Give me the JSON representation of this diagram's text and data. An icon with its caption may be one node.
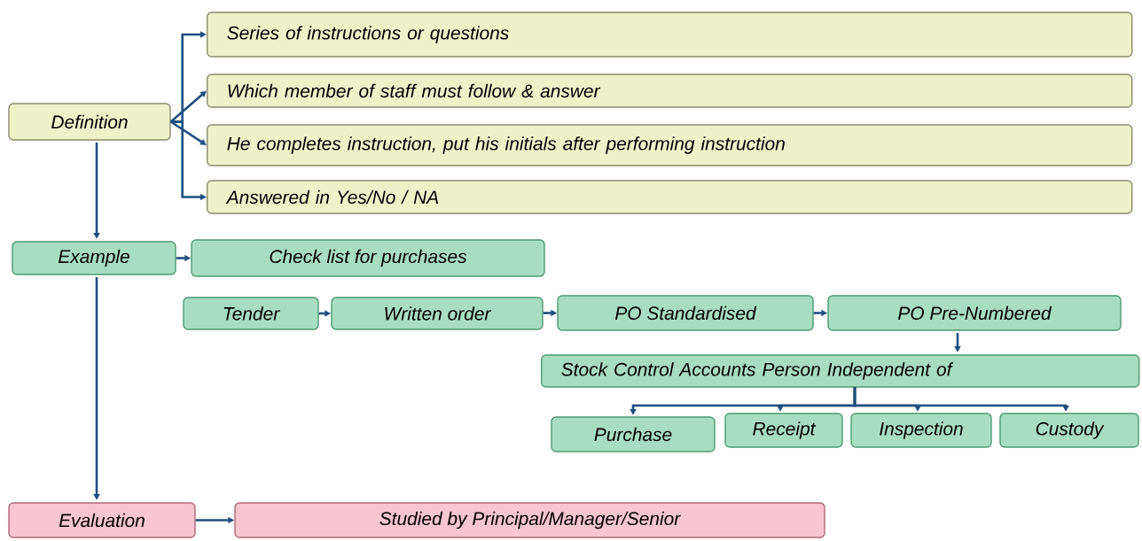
{
  "diagram": {
    "nodes": [
      {
        "text": [
          "Definition"
        ]
      },
      {
        "text": [
          "Series of instructions or questions"
        ]
      },
      {
        "text": [
          "Which member of staff must follow & answer"
        ]
      },
      {
        "text": [
          "He completes instruction, put his initials after performing instruction"
        ]
      },
      {
        "text": [
          "Answered in Yes/No / NA"
        ]
      },
      {
        "text": [
          "Example"
        ]
      },
      {
        "text": [
          "Check list for purchases"
        ]
      },
      {
        "text": [
          "Tender"
        ]
      },
      {
        "text": [
          "Written order"
        ]
      },
      {
        "text": [
          "PO Standardised"
        ]
      },
      {
        "text": [
          "PO Pre-Numbered"
        ]
      },
      {
        "text": [
          "Stock Control Accounts Person Independent of"
        ]
      },
      {
        "text": [
          "Purchase"
        ]
      },
      {
        "text": [
          "Receipt"
        ]
      },
      {
        "text": [
          "Inspection"
        ]
      },
      {
        "text": [
          "Custody"
        ]
      },
      {
        "text": [
          "Evaluation"
        ]
      },
      {
        "text": [
          "Studied by Principal/Manager/Senior"
        ]
      }
    ],
    "edges": [
      {
        "from": 0,
        "to": 1,
        "arrow": "to"
      },
      {
        "from": 0,
        "to": 2,
        "arrow": "to"
      },
      {
        "from": 0,
        "to": 3,
        "arrow": "to"
      },
      {
        "from": 0,
        "to": 4,
        "arrow": "to"
      },
      {
        "from": 0,
        "to": 5,
        "arrow": "to"
      },
      {
        "from": 5,
        "to": 6,
        "arrow": "to"
      },
      {
        "from": 7,
        "to": 8,
        "arrow": "to"
      },
      {
        "from": 8,
        "to": 9,
        "arrow": "to"
      },
      {
        "from": 9,
        "to": 10,
        "arrow": "to"
      },
      {
        "from": 10,
        "to": 11,
        "arrow": "to"
      },
      {
        "from": 11,
        "to": 12,
        "arrow": "to"
      },
      {
        "from": 11,
        "to": 13,
        "arrow": "to"
      },
      {
        "from": 11,
        "to": 14,
        "arrow": "to"
      },
      {
        "from": 11,
        "to": 15,
        "arrow": "to"
      },
      {
        "from": 5,
        "to": 16,
        "arrow": "to"
      },
      {
        "from": 16,
        "to": 17,
        "arrow": "to"
      }
    ]
  }
}
